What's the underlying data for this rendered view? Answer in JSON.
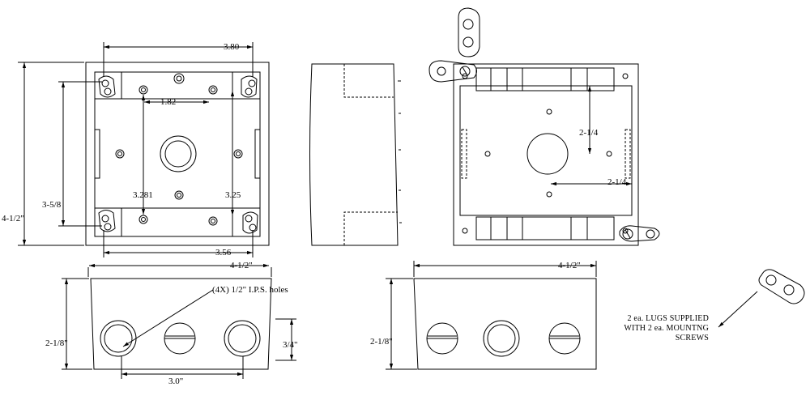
{
  "dimensions": {
    "top_width": "3.80",
    "inner_hole_spacing": "1.82",
    "hole_row_bottom": "3.56",
    "box_width": "4-1/2\"",
    "box_height": "4-1/2\"",
    "inner_height": "3-5/8",
    "left_vertical": "3.281",
    "right_vertical": "3.25",
    "bottom_width_front": "4-1/2\"",
    "front_height": "2-1/8\"",
    "hole_height": "3/4\"",
    "hole_spacing": "3.0\"",
    "back_width": "4-1/2\"",
    "back_height": "2-1/8\"",
    "hub_vertical": "2-1/4",
    "hub_horizontal": "2-1/4"
  },
  "callouts": {
    "holes": "(4X) 1/2\" I.P.S. holes",
    "lugs_line1": "2 ea. LUGS SUPPLIED",
    "lugs_line2": "WITH 2 ea. MOUNTNG",
    "lugs_line3": "SCREWS"
  }
}
